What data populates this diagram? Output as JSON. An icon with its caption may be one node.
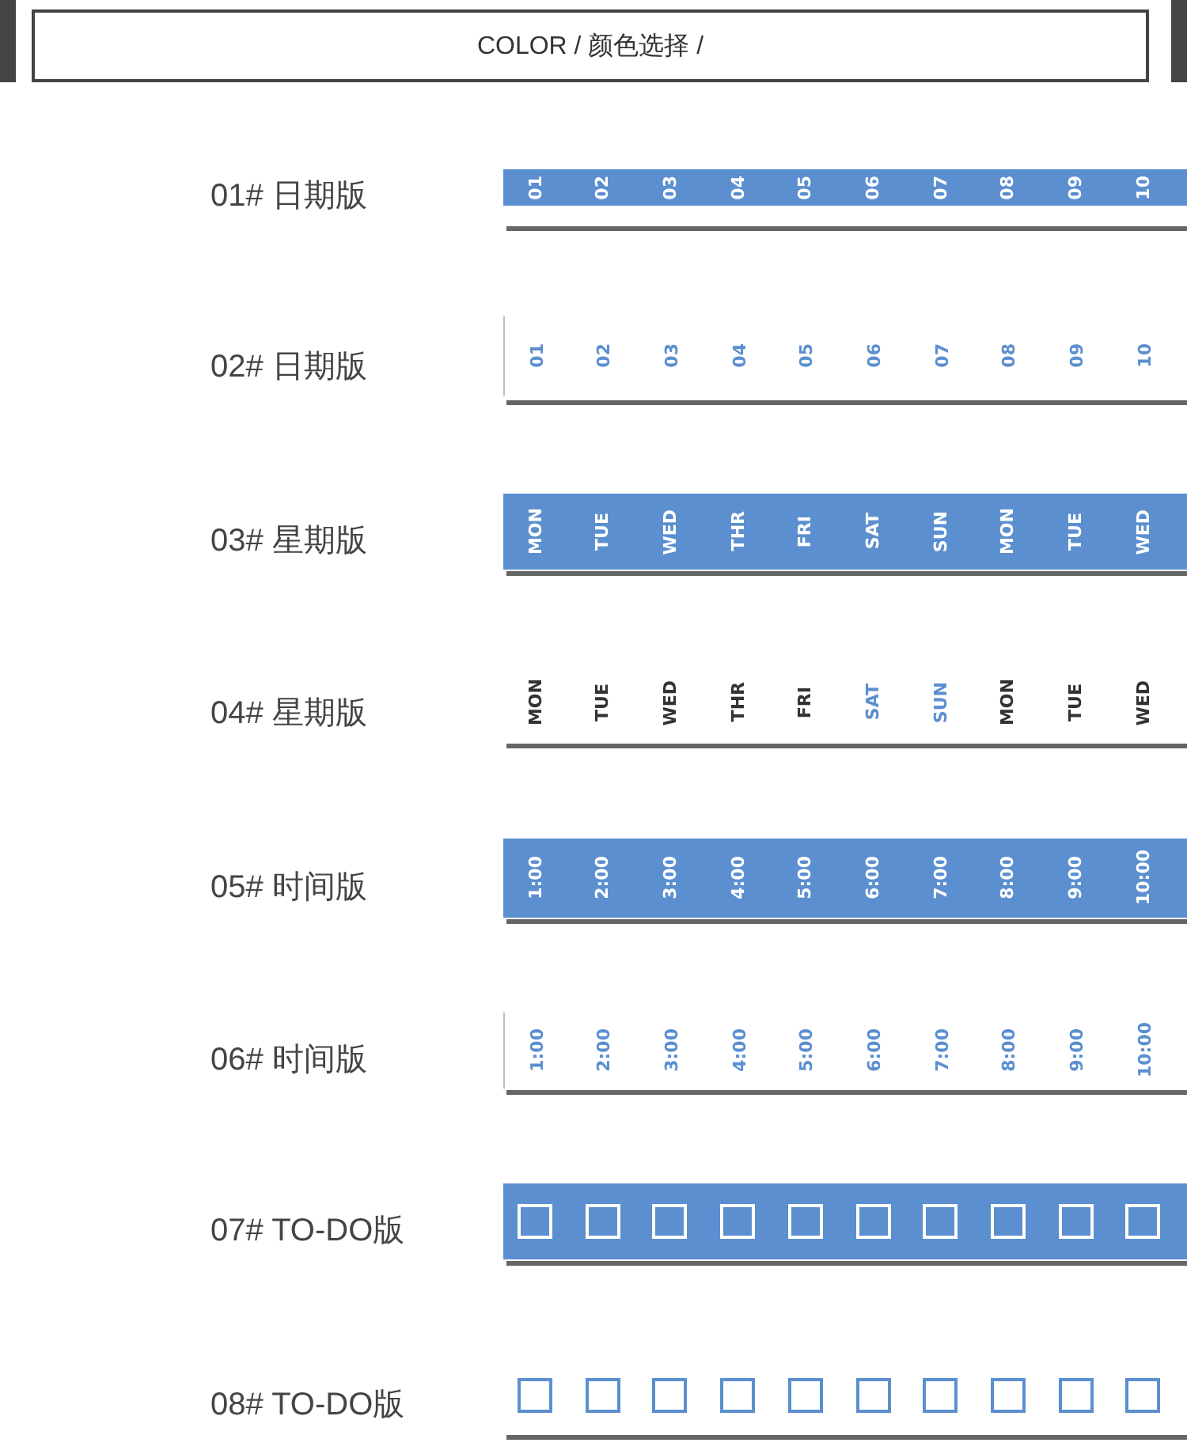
{
  "diagram": {
    "title": "COLOR / 颜色选择 /",
    "nodes": [
      {
        "text": [
          "01",
          "02",
          "03",
          "04",
          "05",
          "06",
          "07",
          "08",
          "09",
          "10"
        ]
      },
      {
        "text": [
          "01",
          "02",
          "03",
          "04",
          "05",
          "06",
          "07",
          "08",
          "09",
          "10"
        ]
      },
      {
        "text": [
          "MON",
          "TUE",
          "WED",
          "THR",
          "FRI",
          "SAT",
          "SUN",
          "MON",
          "TUE",
          "WED"
        ]
      },
      {
        "text": [
          "MON",
          "TUE",
          "WED",
          "THR",
          "FRI",
          "SAT",
          "SUN",
          "MON",
          "TUE",
          "WED"
        ]
      },
      {
        "text": [
          "1:00",
          "2:00",
          "3:00",
          "4:00",
          "5:00",
          "6:00",
          "7:00",
          "8:00",
          "9:00",
          "10:00"
        ]
      },
      {
        "text": [
          "1:00",
          "2:00",
          "3:00",
          "4:00",
          "5:00",
          "6:00",
          "7:00",
          "8:00",
          "9:00",
          "10:00"
        ]
      },
      {
        "text": [],
        "shape": "bar"
      },
      {
        "text": [],
        "shape": "bar"
      }
    ],
    "labels": [
      "01# 日期版",
      "02# 日期版",
      "03# 星期版",
      "04# 星期版",
      "05# 时间版",
      "06# 时间版",
      "07# TO-DO版",
      "08# TO-DO版"
    ]
  }
}
